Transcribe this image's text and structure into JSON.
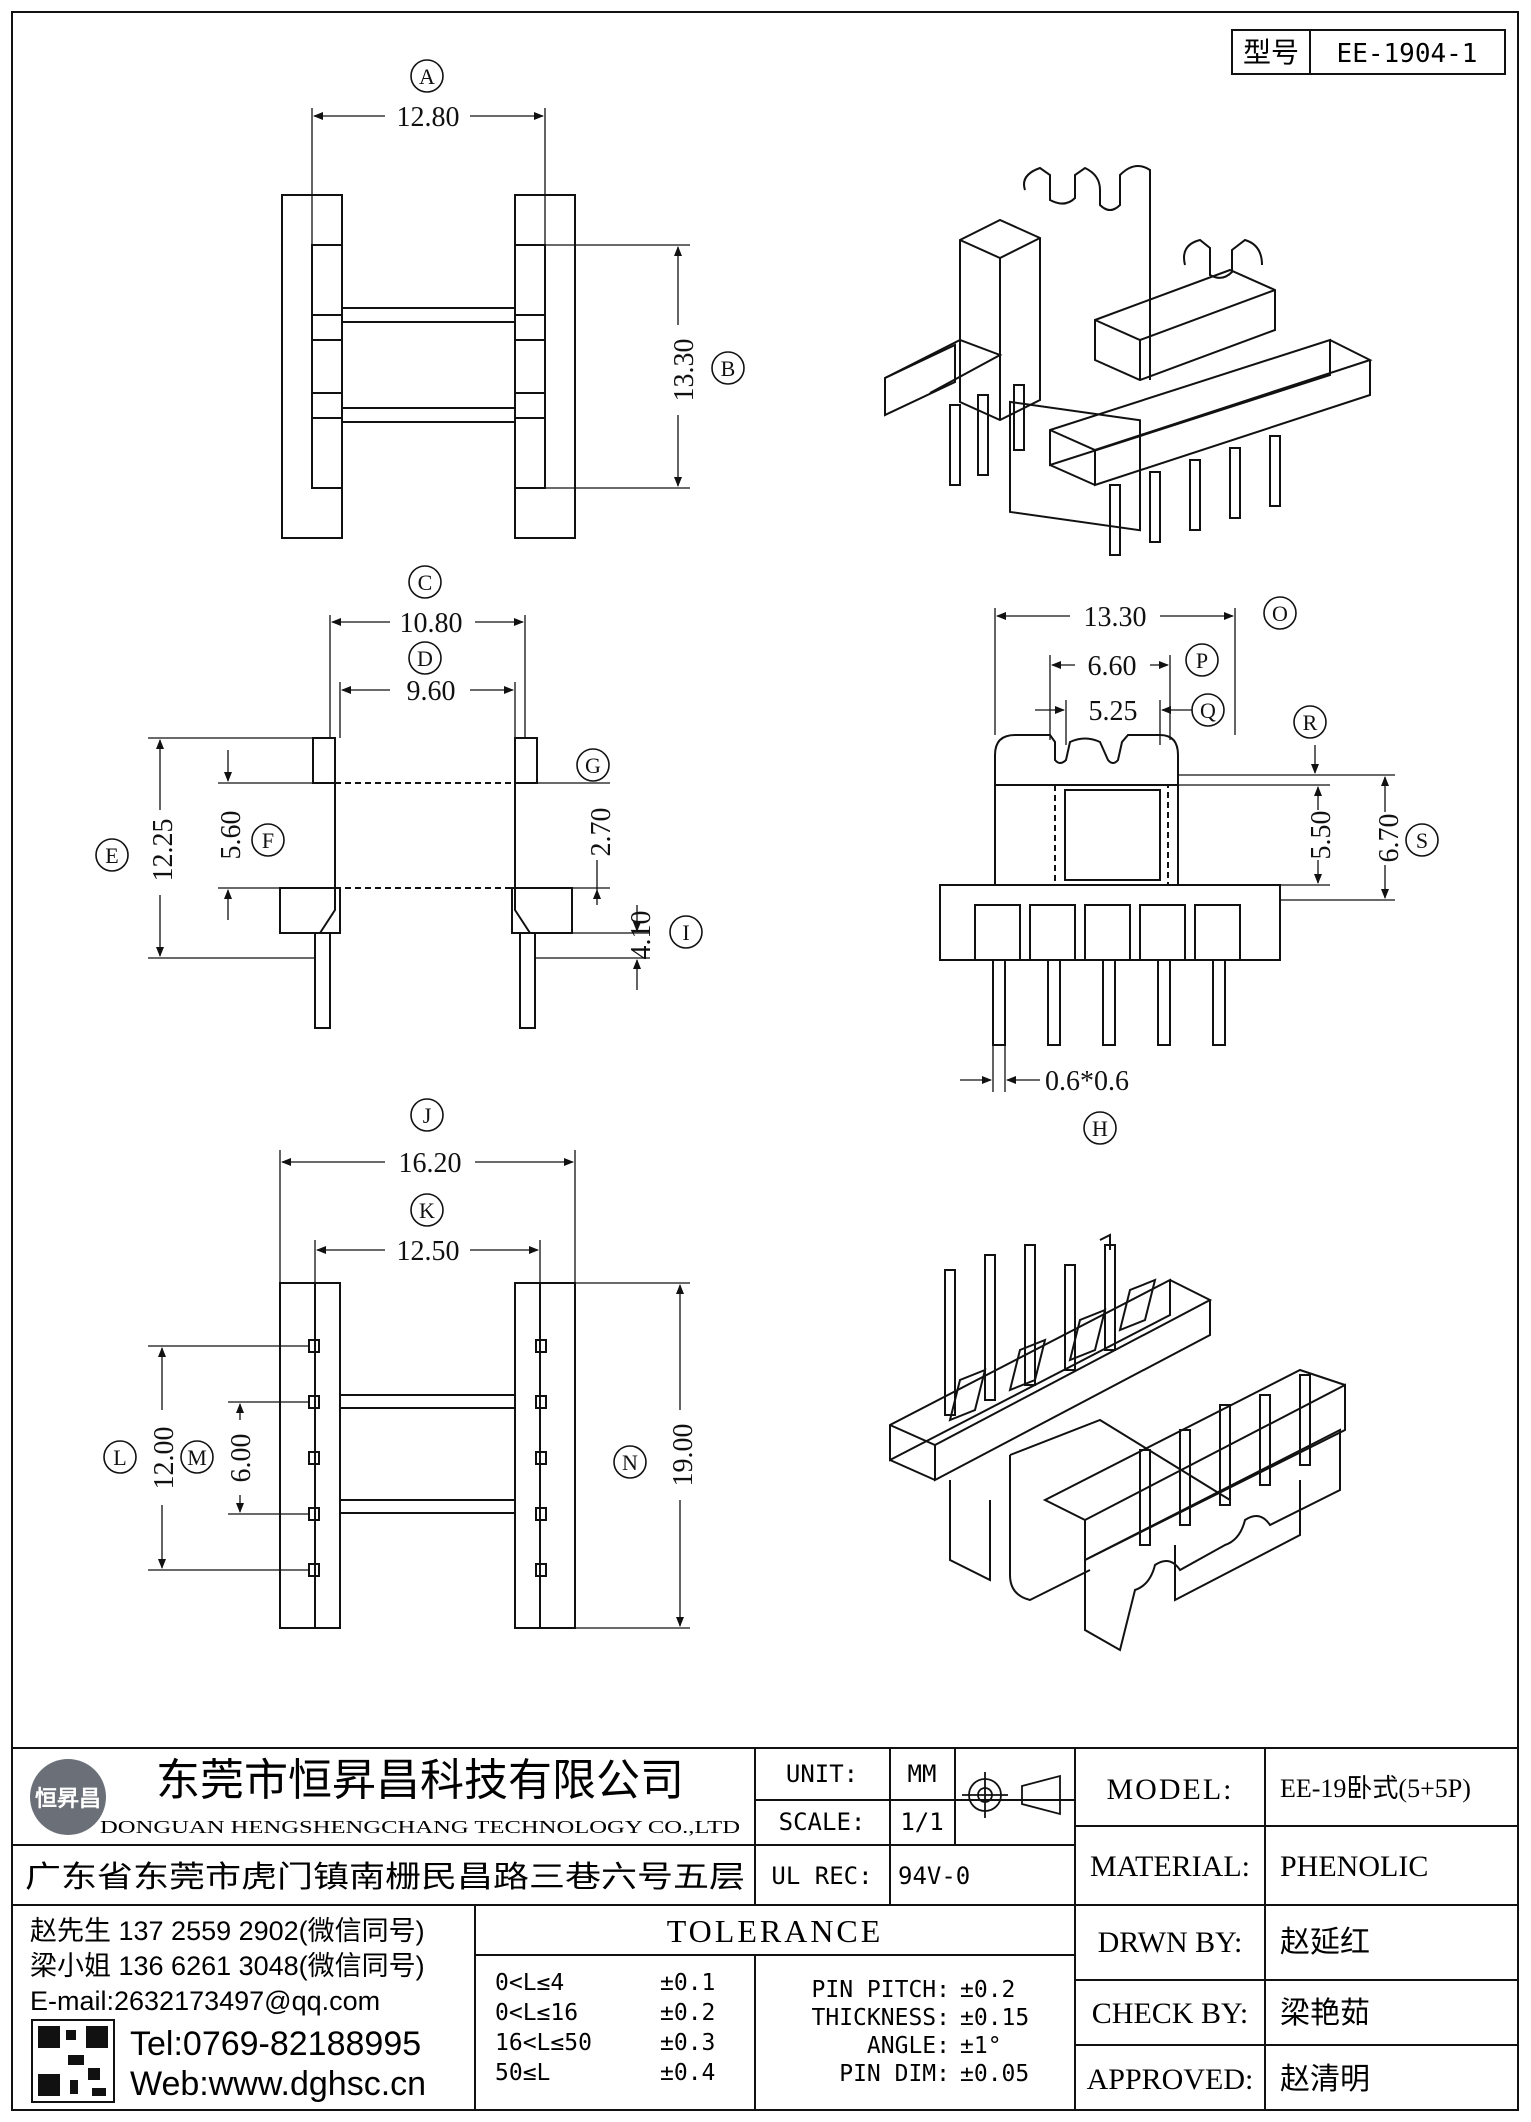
{
  "header": {
    "type_label": "型号",
    "part_no": "EE-1904-1"
  },
  "views": {
    "top": {
      "dims": [
        {
          "callout": "A",
          "value": "12.80"
        },
        {
          "callout": "B",
          "value": "13.30"
        }
      ]
    },
    "side": {
      "dims": [
        {
          "callout": "C",
          "value": "10.80"
        },
        {
          "callout": "D",
          "value": "9.60"
        },
        {
          "callout": "E",
          "value": "12.25"
        },
        {
          "callout": "F",
          "value": "5.60"
        },
        {
          "callout": "G",
          "value": "2.70"
        },
        {
          "callout": "I",
          "value": "4.10"
        }
      ]
    },
    "front": {
      "dims": [
        {
          "callout": "O",
          "value": "13.30"
        },
        {
          "callout": "P",
          "value": "6.60"
        },
        {
          "callout": "Q",
          "value": "5.25"
        },
        {
          "callout": "R",
          "value": ""
        },
        {
          "callout": "S",
          "value": "6.70"
        },
        {
          "callout": "",
          "value": "5.50"
        },
        {
          "callout": "H",
          "value": "0.6*0.6"
        }
      ]
    },
    "bottom": {
      "dims": [
        {
          "callout": "J",
          "value": "16.20"
        },
        {
          "callout": "K",
          "value": "12.50"
        },
        {
          "callout": "L",
          "value": "12.00"
        },
        {
          "callout": "M",
          "value": "6.00"
        },
        {
          "callout": "N",
          "value": "19.00"
        }
      ]
    }
  },
  "title_block": {
    "company_cn": "东莞市恒昇昌科技有限公司",
    "company_en": "DONGUAN HENGSHENGCHANG TECHNOLOGY CO.,LTD",
    "address": "广东省东莞市虎门镇南栅民昌路三巷六号五层",
    "logo_text": "恒昇昌",
    "unit_label": "UNIT:",
    "unit_value": "MM",
    "scale_label": "SCALE:",
    "scale_value": "1/1",
    "ulrec_label": "UL REC:",
    "ulrec_value": "94V-0",
    "contact1": "赵先生 137 2559 2902(微信同号)",
    "contact2": "梁小姐 136 6261 3048(微信同号)",
    "email": "E-mail:2632173497@qq.com",
    "tel": "Tel:0769-82188995",
    "web": "Web:www.dghsc.cn",
    "tolerance_title": "TOLERANCE",
    "tolerances": [
      {
        "range": "0<L≤4",
        "value": "±0.1"
      },
      {
        "range": "0<L≤16",
        "value": "±0.2"
      },
      {
        "range": "16<L≤50",
        "value": "±0.3"
      },
      {
        "range": "50≤L",
        "value": "±0.4"
      }
    ],
    "specs": [
      {
        "label": "PIN PITCH:",
        "value": "±0.2"
      },
      {
        "label": "THICKNESS:",
        "value": "±0.15"
      },
      {
        "label": "ANGLE:",
        "value": "±1°"
      },
      {
        "label": "PIN DIM:",
        "value": "±0.05"
      }
    ],
    "model_label": "MODEL:",
    "model_value": "EE-19卧式(5+5P)",
    "material_label": "MATERIAL:",
    "material_value": "PHENOLIC",
    "drawn_label": "DRWN BY:",
    "drawn_value": "赵延红",
    "check_label": "CHECK BY:",
    "check_value": "梁艳茹",
    "approved_label": "APPROVED:",
    "approved_value": "赵清明"
  }
}
